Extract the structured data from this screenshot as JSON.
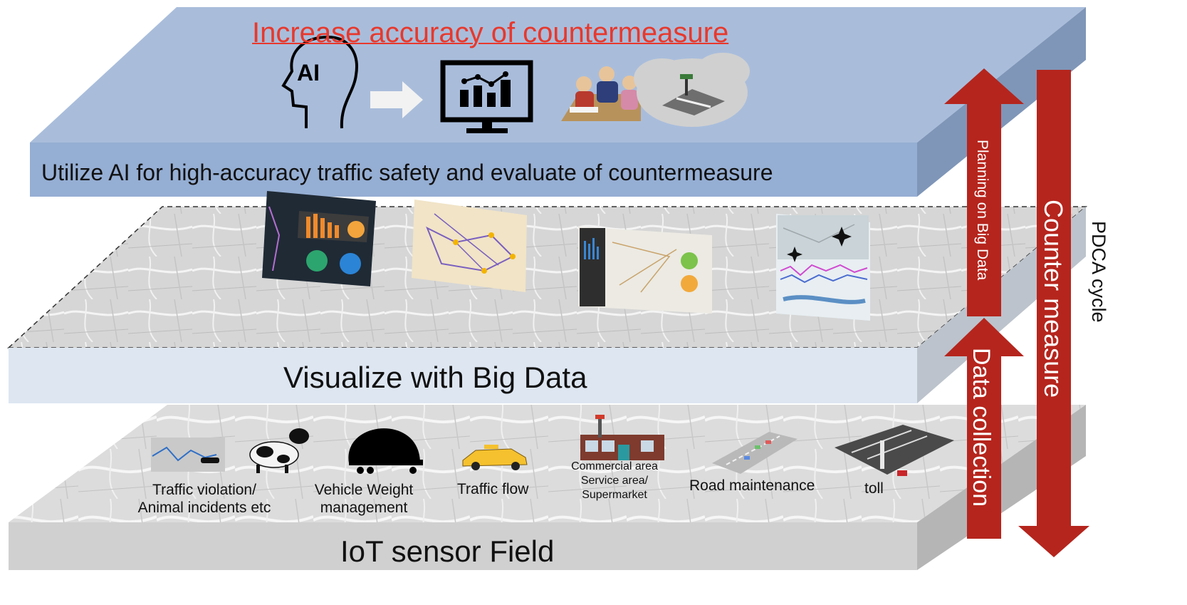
{
  "top_layer": {
    "headline": "Increase accuracy of countermeasure",
    "ai_badge": "AI",
    "caption": "Utilize AI for high-accuracy traffic safety and evaluate of countermeasure"
  },
  "middle_layer": {
    "caption": "Visualize with Big Data"
  },
  "bottom_layer": {
    "caption": "IoT sensor Field",
    "items": [
      {
        "line1": "Traffic violation/",
        "line2": "Animal incidents etc"
      },
      {
        "line1": "Vehicle Weight",
        "line2": "management"
      },
      {
        "line1": "Traffic flow",
        "line2": ""
      },
      {
        "line1": "Commercial area",
        "line2": "Service area/",
        "line3": "Supermarket"
      },
      {
        "line1": "Road maintenance",
        "line2": ""
      },
      {
        "line1": "toll",
        "line2": ""
      }
    ]
  },
  "arrows": {
    "planning": "Planning on Big Data",
    "data_collection": "Data collection",
    "counter_measure": "Counter measure",
    "pdca": "PDCA cycle"
  },
  "colors": {
    "top_face": "#a9bddb",
    "top_front": "#95aed3",
    "top_side": "#7f96b8",
    "mid_face": "#d7d9dc",
    "mid_front": "#dde6f1",
    "mid_side": "#bcc3cc",
    "bot_face": "#d9d9d9",
    "bot_front": "#d0d0d0",
    "bot_side": "#b5b5b5",
    "arrow_red": "#b5251d",
    "headline_red": "#e8382c"
  }
}
